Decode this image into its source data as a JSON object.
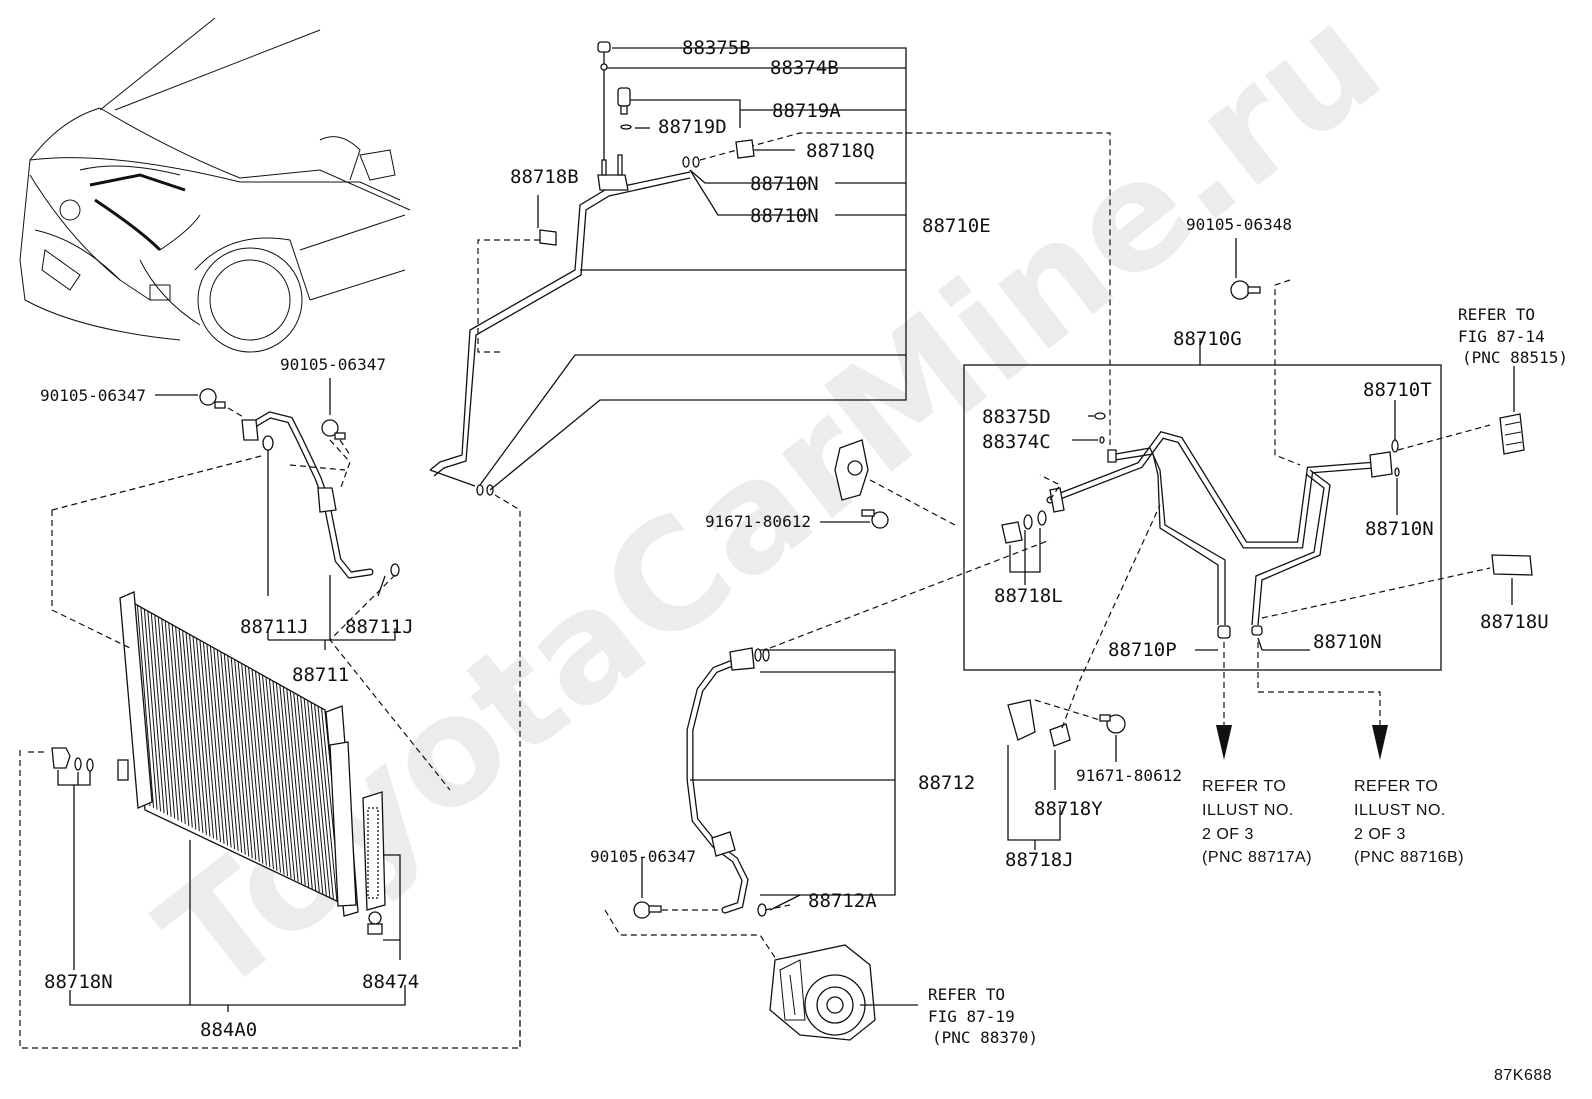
{
  "watermark": "ToyotaCarMine.ru",
  "figure_code": "87K688",
  "labels": {
    "p88375B": "88375B",
    "p88374B": "88374B",
    "p88719A": "88719A",
    "p88719D": "88719D",
    "p88718Q": "88718Q",
    "p88710N_a": "88710N",
    "p88710N_b": "88710N",
    "p88710E": "88710E",
    "p88718B": "88718B",
    "p90105_06348": "90105-06348",
    "p88710G": "88710G",
    "p88375D": "88375D",
    "p88374C": "88374C",
    "p88710T": "88710T",
    "p88710N_c": "88710N",
    "p88718L": "88718L",
    "p88710P": "88710P",
    "p88710N_d": "88710N",
    "p88718U": "88718U",
    "p91671_80612_a": "91671-80612",
    "p91671_80612_b": "91671-80612",
    "p88718Y": "88718Y",
    "p88718J": "88718J",
    "p90105_06347_a": "90105-06347",
    "p90105_06347_b": "90105-06347",
    "p90105_06347_c": "90105-06347",
    "p88711J_a": "88711J",
    "p88711J_b": "88711J",
    "p88711": "88711",
    "p88712": "88712",
    "p88712A": "88712A",
    "p88718N": "88718N",
    "p88474": "88474",
    "p884A0": "884A0"
  },
  "refs": {
    "fig_87_14": [
      "REFER TO",
      "FIG 87-14",
      "(PNC 88515)"
    ],
    "fig_87_19": [
      "REFER TO",
      "FIG 87-19",
      "(PNC 88370)"
    ],
    "illust_88717A": [
      "REFER TO",
      "ILLUST NO.",
      "2 OF 3",
      "(PNC 88717A)"
    ],
    "illust_88716B": [
      "REFER TO",
      "ILLUST NO.",
      "2 OF 3",
      "(PNC 88716B)"
    ]
  }
}
